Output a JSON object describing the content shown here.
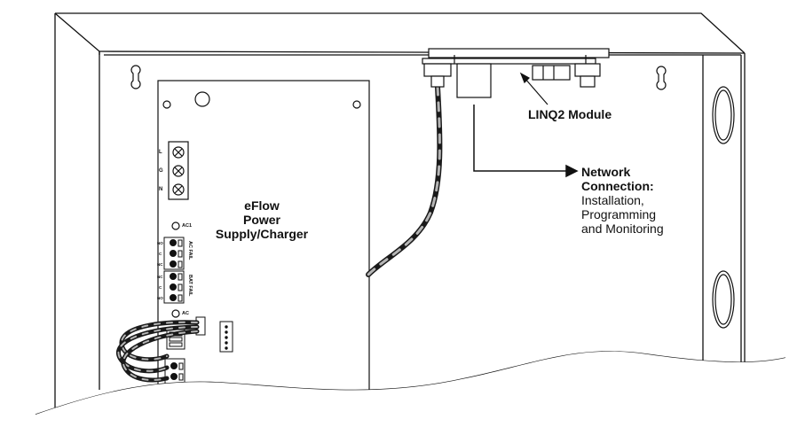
{
  "labels": {
    "power_supply": [
      "eFlow",
      "Power",
      "Supply/Charger"
    ],
    "module": "LINQ2 Module",
    "network": {
      "title": [
        "Network",
        "Connection:"
      ],
      "details": [
        "Installation,",
        "Programming",
        "and Monitoring"
      ]
    }
  },
  "terminal_block": {
    "labels": [
      "L",
      "G",
      "N"
    ]
  },
  "relay_labels": {
    "ac1": "AC1",
    "ac": "AC",
    "ac_fail": "AC FAIL",
    "bat_fail": "BAT FAIL",
    "contacts_ac": [
      "NO",
      "C",
      "NC"
    ],
    "contacts_bat": [
      "NC",
      "C",
      "NO"
    ]
  },
  "colors": {
    "line": "#111111",
    "wire_dark": "#1a1a1a",
    "wire_light": "#b5b5b5",
    "background": "#ffffff"
  }
}
